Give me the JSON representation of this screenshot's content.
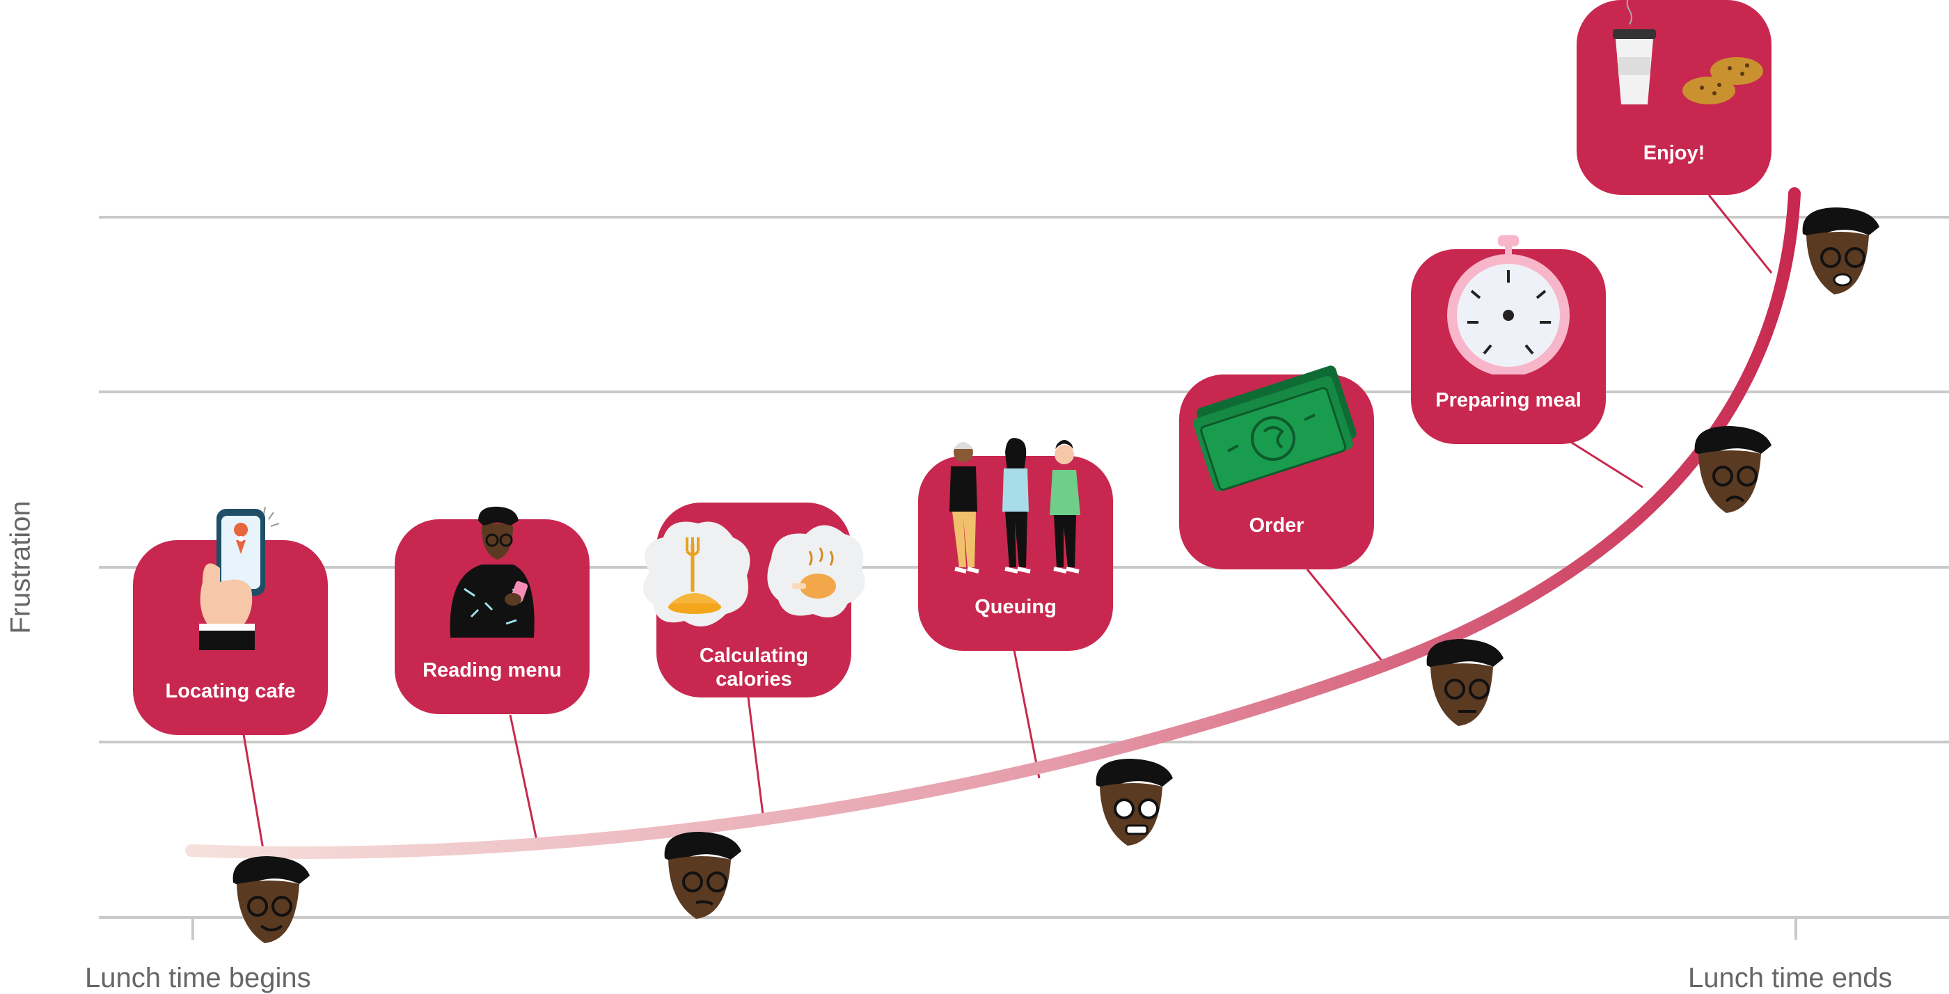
{
  "axes": {
    "y_label": "Frustration",
    "x_start_label": "Lunch time begins",
    "x_end_label": "Lunch time ends"
  },
  "steps": [
    {
      "label": "Locating cafe",
      "icon": "phone-map-pin-icon",
      "mood": "smiling"
    },
    {
      "label": "Reading menu",
      "icon": "person-reading-phone-icon",
      "mood": "neutral"
    },
    {
      "label": "Calculating calories",
      "icon": "pie-and-chicken-icon",
      "mood": "uneasy"
    },
    {
      "label": "Queuing",
      "icon": "queue-of-people-icon",
      "mood": "grimacing"
    },
    {
      "label": "Order",
      "icon": "banknotes-icon",
      "mood": "annoyed"
    },
    {
      "label": "Preparing meal",
      "icon": "stopwatch-icon",
      "mood": "frowning"
    },
    {
      "label": "Enjoy!",
      "icon": "coffee-and-cookies-icon",
      "mood": "shouting"
    }
  ],
  "colors": {
    "card": "#c8284f",
    "curve_start": "#f6e1dd",
    "curve_end": "#c8284f",
    "gridline": "#c9c9c9",
    "axis_text": "#666666",
    "connector": "#c8284f"
  }
}
